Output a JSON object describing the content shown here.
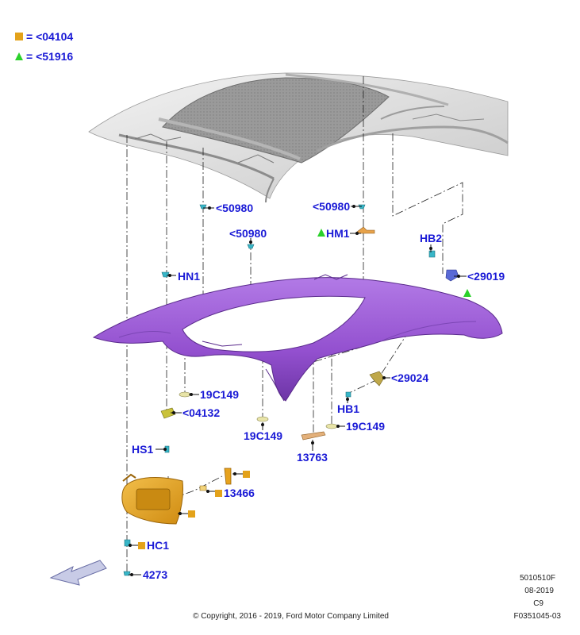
{
  "legend": [
    {
      "symbol": "square",
      "color": "#e3a21a",
      "text": "= <04104"
    },
    {
      "symbol": "triangle",
      "color": "#2bd12b",
      "text": "= <51916"
    }
  ],
  "labels": {
    "l50980_left": "<50980",
    "l50980_mid": "<50980",
    "l50980_right": "<50980",
    "hm1": "HM1",
    "hb2": "HB2",
    "hn1": "HN1",
    "l29019": "<29019",
    "l29024": "<29024",
    "l19c149_a": "19C149",
    "l04132": "<04132",
    "hb1": "HB1",
    "l19c149_b": "19C149",
    "l19c149_c": "19C149",
    "hs1": "HS1",
    "l13763": "13763",
    "l13466": "13466",
    "hc1": "HC1",
    "l4273": "4273"
  },
  "footer": {
    "copyright": "© Copyright, 2016 - 2019, Ford Motor Company Limited",
    "code1": "5010510F",
    "code2": "08-2019",
    "code3": "C9",
    "code4": "F0351045-03"
  },
  "colors": {
    "label": "#1a1ad6",
    "headliner": "#9a5ad4",
    "visor": "#e6a21e",
    "clip": "#38b6c8",
    "legend_square": "#e3a21a",
    "legend_triangle": "#2bd12b"
  }
}
